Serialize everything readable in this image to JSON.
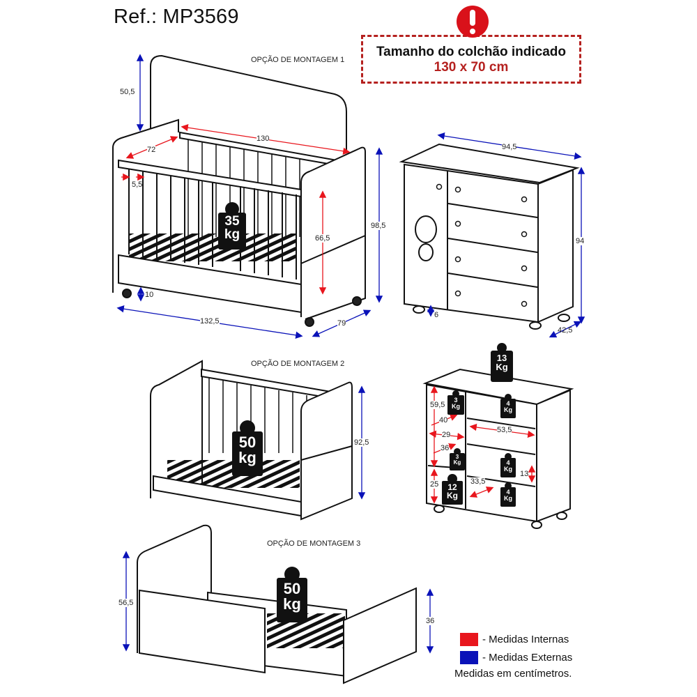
{
  "header": {
    "ref_label": "Ref.: MP3569"
  },
  "notice": {
    "icon": "exclamation-alert-icon",
    "line1": "Tamanho do colchão indicado",
    "line2": "130 x 70 cm"
  },
  "colors": {
    "internal": "#e8161d",
    "external": "#0a12b8",
    "notice_border": "#b5211f",
    "alert_icon": "#d9111a"
  },
  "crib_option1": {
    "title": "OPÇÃO DE MONTAGEM 1",
    "dims": {
      "headboard_height": "50,5",
      "inner_length": "130",
      "inner_width": "72",
      "slat_gap": "5,5",
      "inner_height": "66,5",
      "total_height": "98,5",
      "floor_clearance": "10",
      "total_length": "132,5",
      "total_depth": "79"
    },
    "weight": {
      "value": "35",
      "unit": "kg"
    }
  },
  "dresser": {
    "dims": {
      "width": "94,5",
      "height": "94",
      "depth": "42,5",
      "foot_height": "6"
    }
  },
  "dresser_interior": {
    "dims": {
      "door_height": "59,5",
      "shelf_depth_upper": "40",
      "door_width": "29",
      "shelf_depth_lower": "36",
      "lower_height": "25",
      "drawer_width": "53,5",
      "drawer_depth": "33,5",
      "drawer_height": "13"
    },
    "weights": {
      "top": {
        "value": "13",
        "unit": "Kg"
      },
      "shelf_upper": {
        "value": "3",
        "unit": "Kg"
      },
      "shelf_lower": {
        "value": "3",
        "unit": "Kg"
      },
      "bottom_compartment": {
        "value": "12",
        "unit": "Kg"
      },
      "drawer1": {
        "value": "4",
        "unit": "Kg"
      },
      "drawer3": {
        "value": "4",
        "unit": "Kg"
      },
      "drawer4": {
        "value": "4",
        "unit": "Kg"
      }
    }
  },
  "crib_option2": {
    "title": "OPÇÃO DE MONTAGEM 2",
    "dims": {
      "total_height": "92,5"
    },
    "weight": {
      "value": "50",
      "unit": "kg"
    }
  },
  "bed_option3": {
    "title": "OPÇÃO DE MONTAGEM 3",
    "dims": {
      "headboard_height": "56,5",
      "footboard_height": "36"
    },
    "weight": {
      "value": "50",
      "unit": "kg"
    }
  },
  "legend": {
    "items": [
      {
        "label": "- Medidas Internas",
        "color": "#e8161d"
      },
      {
        "label": "- Medidas Externas",
        "color": "#0a12b8"
      }
    ],
    "units_note": "Medidas em centímetros."
  }
}
